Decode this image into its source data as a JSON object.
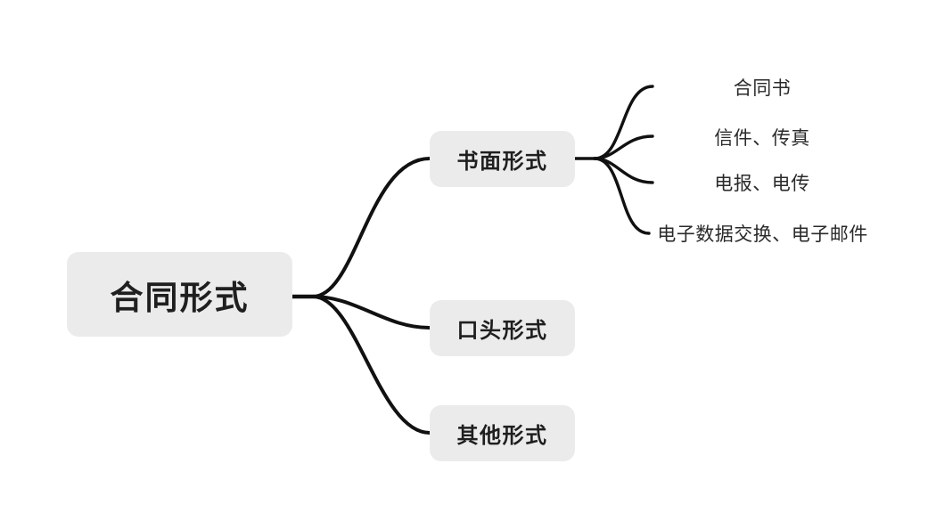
{
  "diagram": {
    "type": "mind-map",
    "background_color": "#ffffff",
    "node_fill_color": "#ebebeb",
    "text_color": "#1f1f1f",
    "connector_color": "#111111",
    "root": {
      "label": "合同形式"
    },
    "branches": [
      {
        "label": "书面形式",
        "children": [
          {
            "label": "合同书"
          },
          {
            "label": "信件、传真"
          },
          {
            "label": "电报、电传"
          },
          {
            "label": "电子数据交换、电子邮件"
          }
        ]
      },
      {
        "label": "口头形式",
        "children": []
      },
      {
        "label": "其他形式",
        "children": []
      }
    ]
  }
}
